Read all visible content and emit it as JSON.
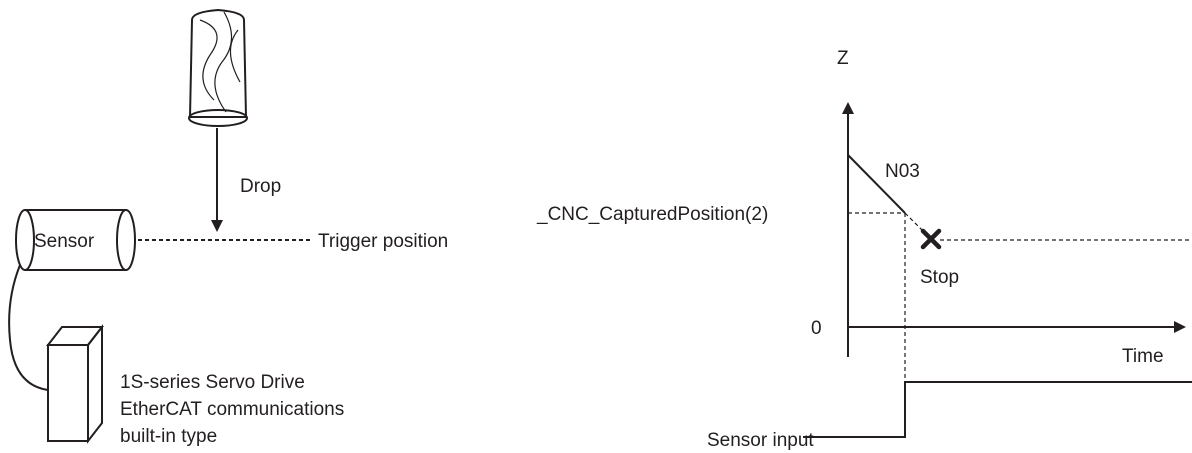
{
  "left_diagram": {
    "drop_label": "Drop",
    "sensor_label": "Sensor",
    "trigger_label": "Trigger position",
    "servo_label_line1": "1S-series Servo Drive",
    "servo_label_line2": "EtherCAT communications",
    "servo_label_line3": "built-in type"
  },
  "right_diagram": {
    "axis_z_label": "Z",
    "origin_label": "0",
    "axis_time_label": "Time",
    "segment_label": "N03",
    "captured_label": "_CNC_CapturedPosition(2)",
    "stop_label": "Stop",
    "sensor_input_label": "Sensor input"
  },
  "colors": {
    "ink": "#231f20",
    "servo_side": "#bdbdbd"
  }
}
